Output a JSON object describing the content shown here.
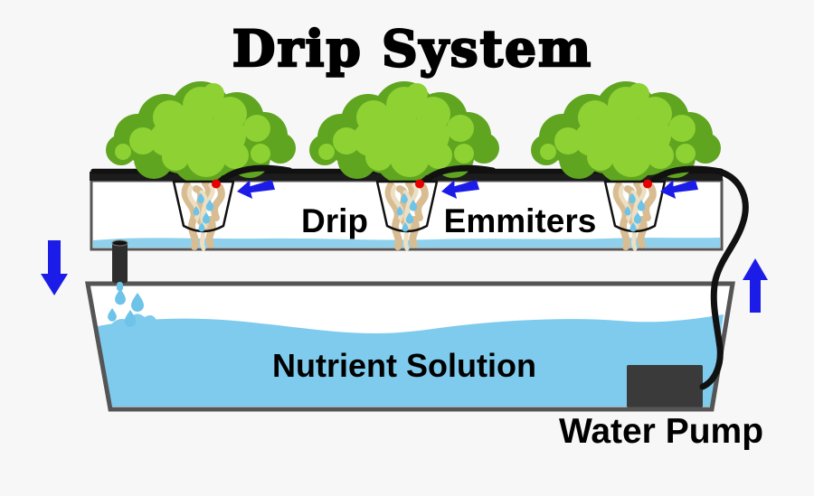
{
  "title": "Drip System",
  "diagram": {
    "channel_label_left": "Drip",
    "channel_label_right": "Emmiters",
    "reservoir_label": "Nutrient Solution",
    "pump_label": "Water Pump"
  },
  "colors": {
    "background": "#f7f7f7",
    "text": "#000000",
    "tray_outline": "#555555",
    "lid": "#1c1c1c",
    "tube": "#111111",
    "channel_water": "#8fd1ec",
    "reservoir_water": "#7ecbee",
    "droplet": "#6ec3e8",
    "arrow_blue": "#1c1ce8",
    "plant_dark_green": "#5fa51f",
    "plant_light_green": "#8dd133",
    "root_dark": "#d9bd92",
    "root_light": "#ecdfc3",
    "pot_fill": "#ffffff",
    "emitter_red": "#e60000",
    "pump": "#3a3a3a"
  }
}
